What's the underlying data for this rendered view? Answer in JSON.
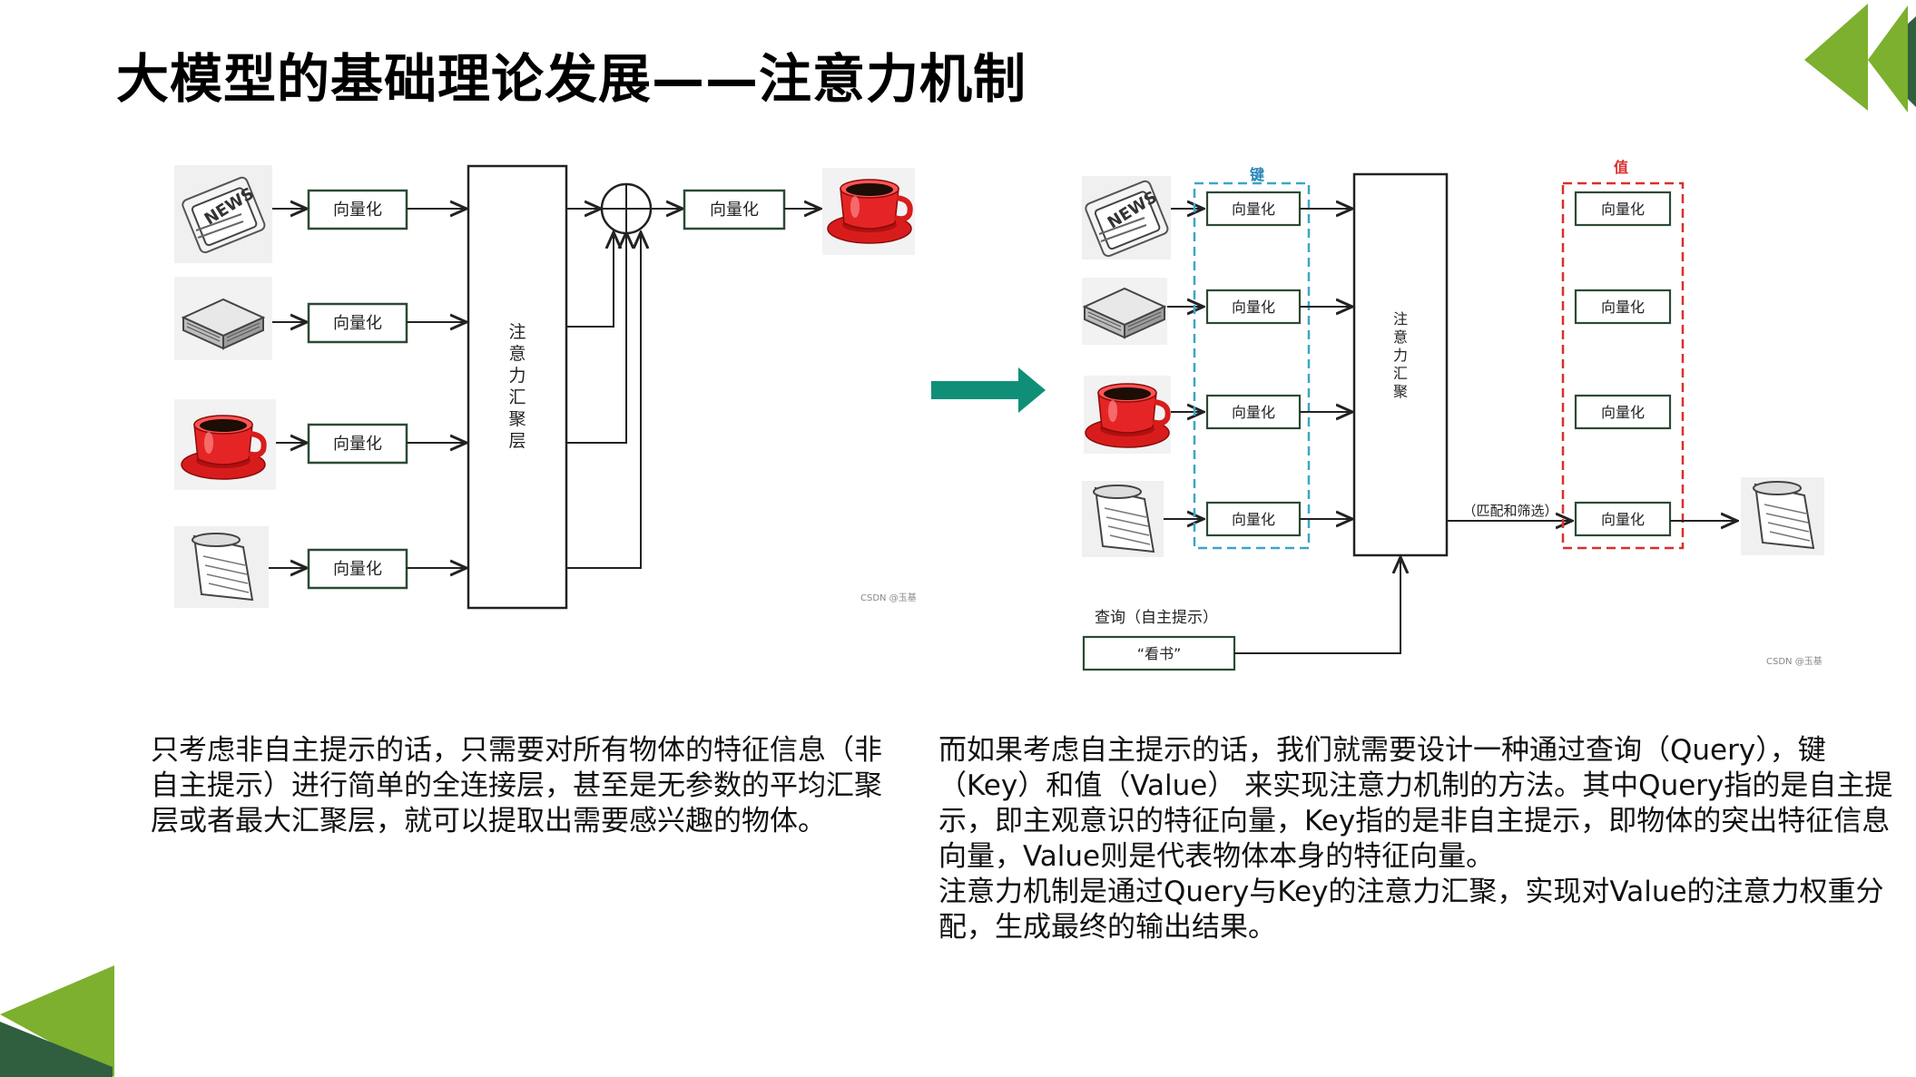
{
  "title": "大模型的基础理论发展——注意力机制",
  "left_diagram": {
    "vectorize_label": "向量化",
    "vectorize_labels": [
      "向量化",
      "向量化",
      "向量化",
      "向量化"
    ],
    "output_vectorize_label": "向量化",
    "aggregation_label": [
      "注",
      "意",
      "力",
      "汇",
      "聚",
      "层"
    ],
    "watermark": "CSDN @玉基",
    "inputs": [
      "news-icon",
      "book-icon",
      "coffee-cup-icon",
      "notepad-icon"
    ],
    "output": "coffee-cup-icon"
  },
  "right_diagram": {
    "key_header": "键",
    "value_header": "值",
    "key_labels": [
      "向量化",
      "向量化",
      "向量化",
      "向量化"
    ],
    "value_labels": [
      "向量化",
      "向量化",
      "向量化",
      "向量化"
    ],
    "aggregation_label": [
      "注",
      "意",
      "力",
      "汇",
      "聚"
    ],
    "match_label": "（匹配和筛选）",
    "query_label": "查询（自主提示）",
    "query_value": "“看书”",
    "watermark": "CSDN @玉基",
    "inputs": [
      "news-icon",
      "book-icon",
      "coffee-cup-icon",
      "notepad-icon"
    ],
    "output": "notepad-icon",
    "colors": {
      "key_border": "#3aa6c9",
      "value_border": "#d9302c"
    }
  },
  "arrow_color": "#0f8f78",
  "left_text": "只考虑非自主提示的话，只需要对所有物体的特征信息（非自主提示）进行简单的全连接层，甚至是无参数的平均汇聚层或者最大汇聚层，就可以提取出需要感兴趣的物体。",
  "right_text": {
    "line1": "而如果考虑自主提示的话，我们就需要设计一种通过查询（Query），键（Key）和值（Value） 来实现注意力机制的方法。其中Query指的是自主提示，即主观意识的特征向量，Key指的是非自主提示，即物体的突出特征信息向量，Value则是代表物体本身的特征向量。",
    "line2": "注意力机制是通过Query与Key的注意力汇聚，实现对Value的注意力权重分配，生成最终的输出结果。"
  },
  "decor_colors": {
    "green_light": "#7cb02e",
    "green_dark": "#2f5f3f"
  }
}
